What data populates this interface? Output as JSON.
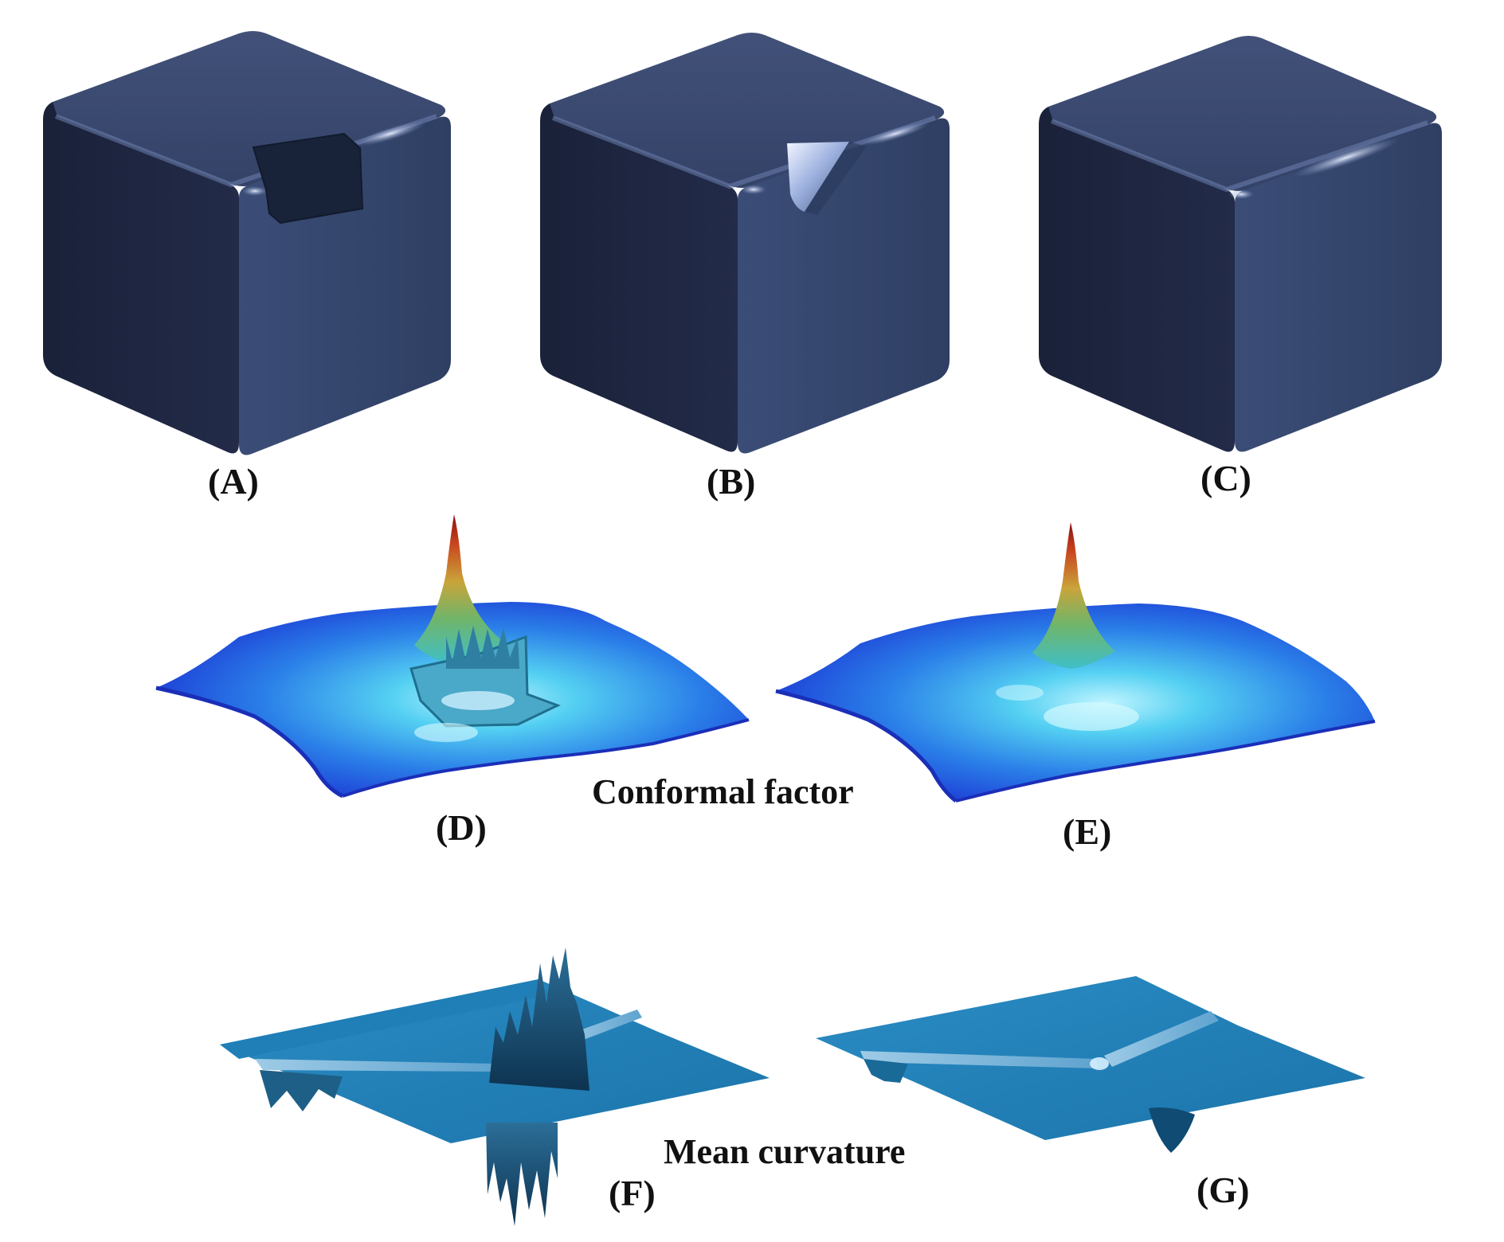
{
  "panels": {
    "a": {
      "label": "(A)"
    },
    "b": {
      "label": "(B)"
    },
    "c": {
      "label": "(C)"
    },
    "d": {
      "label": "(D)"
    },
    "e": {
      "label": "(E)"
    },
    "f": {
      "label": "(F)"
    },
    "g": {
      "label": "(G)"
    }
  },
  "captions": {
    "conformal": "Conformal factor",
    "curvature": "Mean curvature"
  },
  "colors": {
    "background": "#ffffff",
    "cube_face_top": "#3a4a6e",
    "cube_face_left": "#1d2440",
    "cube_face_right": "#34456c",
    "cube_hole": "#18233a",
    "surface_low": "#1840d8",
    "surface_mid": "#3fc6ee",
    "surface_peak": "#b31a12",
    "curvature_plane": "#1f7cb4",
    "curvature_dark": "#0f3f5e"
  }
}
